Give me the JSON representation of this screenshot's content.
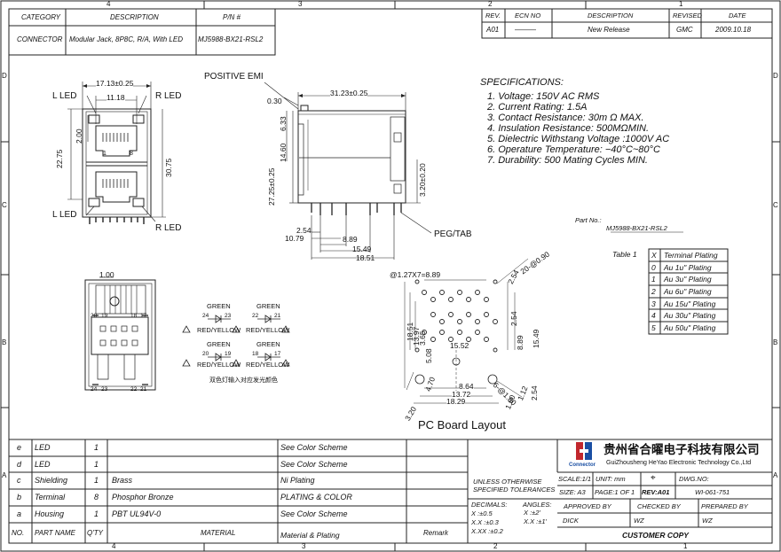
{
  "border": {
    "cols_top": [
      "4",
      "3",
      "2",
      "1"
    ],
    "cols_bottom": [
      "4",
      "3",
      "2",
      "1"
    ],
    "rows_left": [
      "D",
      "C",
      "B",
      "A"
    ],
    "rows_right": [
      "D",
      "C",
      "B",
      "A"
    ]
  },
  "header_table": {
    "category_label": "CATEGORY",
    "description_label": "DESCRIPTION",
    "pn_label": "P/N #",
    "category": "CONNECTOR",
    "description": "Modular Jack, 8P8C, R/A, With LED",
    "pn": "MJ5988-BX21-RSL2"
  },
  "revision_table": {
    "headers": [
      "REV.",
      "ECN NO",
      "DESCRIPTION",
      "REVISED",
      "DATE"
    ],
    "row": [
      "A01",
      "———",
      "New Release",
      "GMC",
      "2009.10.18"
    ]
  },
  "specs": {
    "title": "SPECIFICATIONS:",
    "items": [
      "1. Voltage: 150V AC RMS",
      "2. Current Rating: 1.5A",
      "3. Contact Resistance: 30m Ω MAX.",
      "4. Insulation Resistance: 500MΩMIN.",
      "5. Dielectric Withstang Voltage :1000V AC",
      "6. Operature Temperature: −40°C~80°C",
      "7. Durability: 500 Mating Cycles MIN."
    ]
  },
  "part_no": {
    "label": "Part No.:",
    "value": "MJ5988-BX21-RSL2"
  },
  "plating_table": {
    "title": "Table 1",
    "header": [
      "X",
      "Terminal Plating"
    ],
    "rows": [
      [
        "0",
        "Au 1u\" Plating"
      ],
      [
        "1",
        "Au 3u\" Plating"
      ],
      [
        "2",
        "Au 6u\" Plating"
      ],
      [
        "3",
        "Au 15u\" Plating"
      ],
      [
        "4",
        "Au 30u\" Plating"
      ],
      [
        "5",
        "Au 50u\" Plating"
      ]
    ]
  },
  "front_view": {
    "led_tl": "L LED",
    "led_tr": "R LED",
    "led_bl": "L LED",
    "led_br": "R LED",
    "dim_width": "17.13±0.25",
    "dim_inner": "11.18",
    "dim_height": "22.75",
    "dim_gap": "2.00",
    "dim_total": "30.75",
    "pin_1": "1",
    "pin_8": "8"
  },
  "side_view": {
    "emi": "POSITIVE EMI",
    "peg": "PEG/TAB",
    "dims": [
      "0.30",
      "31.23±0.25",
      "6.33",
      "14.60",
      "27.25±0.25",
      "3.20±0.20",
      "2.54",
      "10.79",
      "8.89",
      "15.49",
      "18.51"
    ]
  },
  "bottom_view": {
    "dim_top": "1.00",
    "pins_top": [
      "20",
      "19",
      "18",
      "17"
    ],
    "pins_bottom": [
      "24",
      "23",
      "22",
      "21"
    ]
  },
  "led_scheme": {
    "color": "GREEN",
    "ry": "RED/YELLOW",
    "pairs": [
      "24",
      "23",
      "22",
      "21",
      "20",
      "19",
      "18",
      "17"
    ],
    "note": "双色灯输入对应发光颜色"
  },
  "pcb": {
    "title": "PC Board Layout",
    "dims": [
      "@1.27X7=8.89",
      "2.54",
      "20-@0.90",
      "18.51",
      "13.97",
      "3.65",
      "5.08",
      "2.54",
      "8.89",
      "15.49",
      "15.52",
      "8.64",
      "13.72",
      "18.29",
      "4.70",
      "3.20",
      "1.60",
      "1.12",
      "6-@1.60",
      "2.54"
    ]
  },
  "title_block": {
    "company_cn": "贵州省合曜电子科技有限公司",
    "company_en": "GuiZhousheng HeYao Electronic Technology Co.,Ltd",
    "logo": "Connector",
    "unless": "UNLESS OTHERWISE",
    "tolerances": "SPECIFIED TOLERANCES",
    "decimals": "DECIMALS:",
    "angles": "ANGLES:",
    "tol1": "X    :±0.5",
    "tol2": "X.X  :±0.3",
    "tol3": "X.XX  :±0.2",
    "ang1": "X    :±2'",
    "ang2": "X.X :±1'",
    "scale": "SCALE:1/1",
    "unit": "UNIT: mm",
    "dwg_label": "DWG.NO:",
    "dwg": "WI-061-751",
    "size": "SIZE: A3",
    "page": "PAGE:1 OF 1",
    "rev": "REV:A01",
    "approved_label": "APPROVED BY",
    "checked_label": "CHECKED BY",
    "prepared_label": "PREPARED BY",
    "approved": "DICK",
    "checked": "WZ",
    "prepared": "WZ",
    "customer": "CUSTOMER COPY"
  },
  "bom": {
    "rows": [
      [
        "e",
        "LED",
        "1",
        "",
        "See Color Scheme"
      ],
      [
        "d",
        "LED",
        "1",
        "",
        "See Color Scheme"
      ],
      [
        "c",
        "Shielding",
        "1",
        "Brass",
        "Ni Plating"
      ],
      [
        "b",
        "Terminal",
        "8",
        "Phosphor Bronze",
        "PLATING & COLOR"
      ],
      [
        "a",
        "Housing",
        "1",
        "PBT UL94V-0",
        "See Color Scheme"
      ]
    ],
    "headers": [
      "NO.",
      "PART NAME",
      "Q'TY",
      "MATERIAL",
      "Material & Plating",
      "Remark"
    ]
  }
}
